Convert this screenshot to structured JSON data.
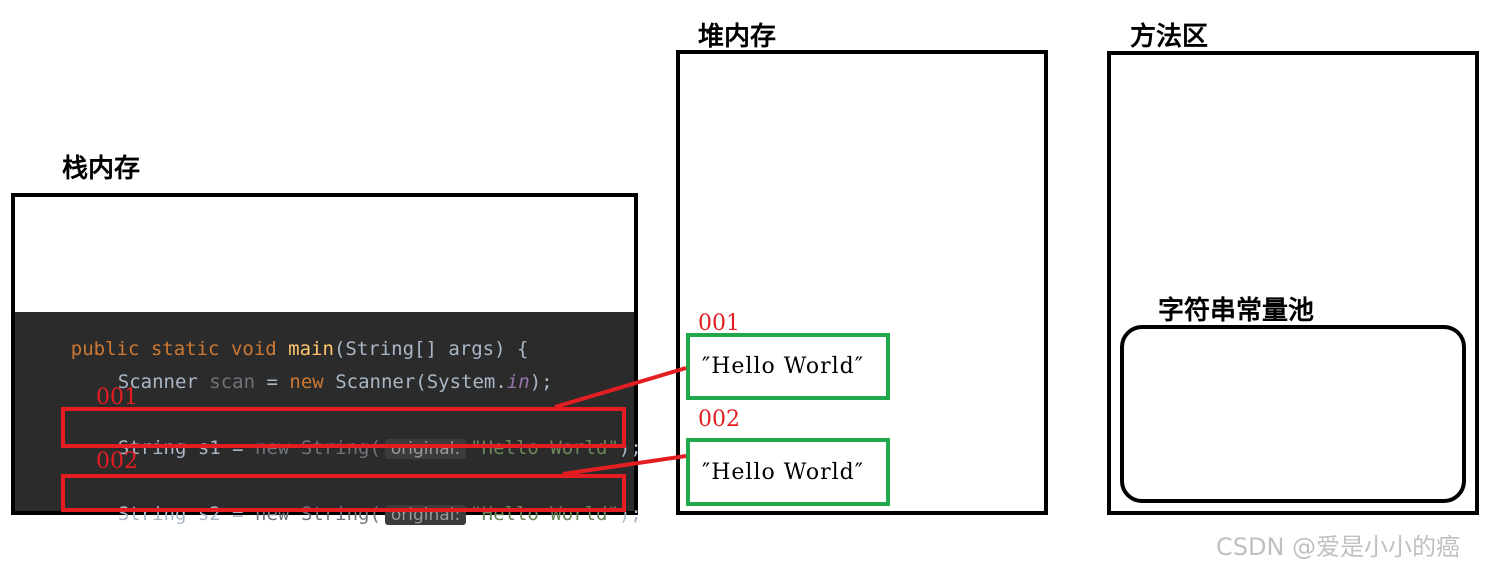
{
  "stack": {
    "title": "栈内存",
    "code": {
      "line1": {
        "kw1": "public",
        "kw2": "static",
        "kw3": "void",
        "fn": "main",
        "rest": "(String[] args) {"
      },
      "line2": {
        "type": "Scanner",
        "var": "scan",
        "eq": "=",
        "kw": "new",
        "call": "Scanner(System.",
        "field": "in",
        "end": ");"
      },
      "line3": {
        "decl": "String s1 = ",
        "kw": "new",
        "call": "String(",
        "hint": "original:",
        "str": "\"Hello World\"",
        "end": ");"
      },
      "line4": {
        "decl": "String s2 = ",
        "kw": "new",
        "call": "String(",
        "hint": "original:",
        "str": "\"Hello World\"",
        "end": ");"
      }
    },
    "ref_labels": [
      "001",
      "002"
    ]
  },
  "heap": {
    "title": "堆内存",
    "objects": [
      {
        "address": "001",
        "value": "″Hello World″"
      },
      {
        "address": "002",
        "value": "″Hello World″"
      }
    ]
  },
  "method_area": {
    "title": "方法区",
    "pool_title": "字符串常量池"
  },
  "watermark": "CSDN @爱是小小的癌",
  "colors": {
    "red": "#e41d22",
    "green": "#21a84a",
    "code_bg": "#2b2b2b"
  }
}
